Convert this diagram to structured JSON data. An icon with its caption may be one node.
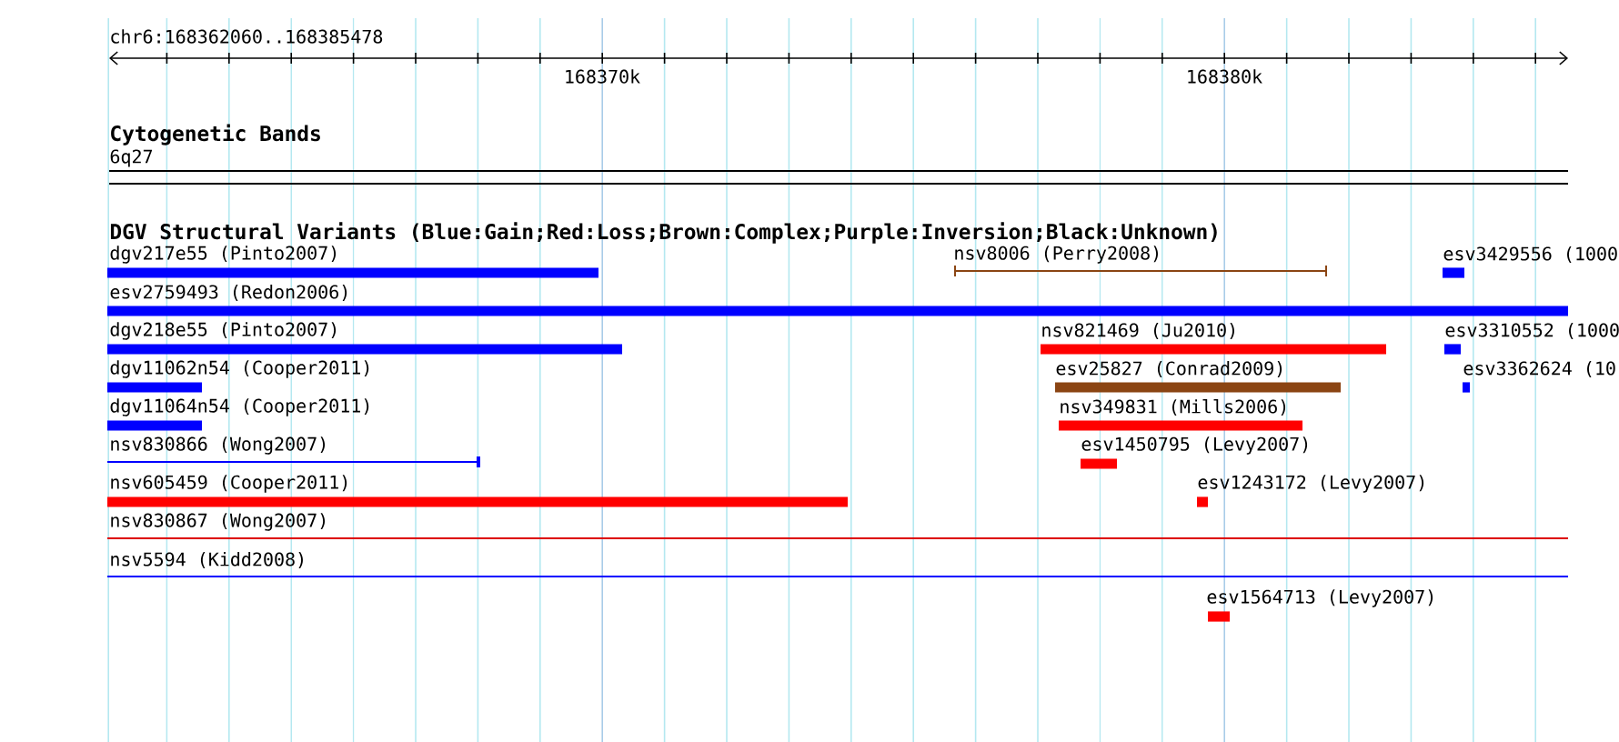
{
  "diagram": {
    "labels": [
      "chr6:168362060..168385478",
      "168370k",
      "168380k",
      "Cytogenetic Bands",
      "6q27",
      "DGV Structural Variants (Blue:Gain;Red:Loss;Brown:Complex;Purple:Inversion;Black:Unknown)",
      "dgv217e55 (Pinto2007)",
      "nsv8006 (Perry2008)",
      "esv3429556 (1000",
      "esv2759493 (Redon2006)",
      "dgv218e55 (Pinto2007)",
      "nsv821469 (Ju2010)",
      "esv3310552 (1000",
      "dgv11062n54 (Cooper2011)",
      "esv25827 (Conrad2009)",
      "esv3362624 (10",
      "dgv11064n54 (Cooper2011)",
      "nsv349831 (Mills2006)",
      "nsv830866 (Wong2007)",
      "esv1450795 (Levy2007)",
      "nsv605459 (Cooper2011)",
      "esv1243172 (Levy2007)",
      "nsv830867 (Wong2007)",
      "nsv5594 (Kidd2008)",
      "esv1564713 (Levy2007)"
    ]
  }
}
